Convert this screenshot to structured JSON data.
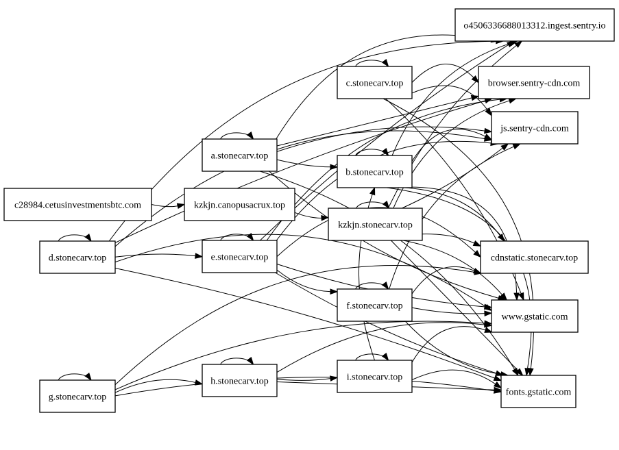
{
  "graph": {
    "nodes": [
      {
        "id": "sentry_ingest",
        "label": "o4506336688013312.ingest.sentry.io"
      },
      {
        "id": "browser_sentry",
        "label": "browser.sentry-cdn.com"
      },
      {
        "id": "js_sentry",
        "label": "js.sentry-cdn.com"
      },
      {
        "id": "cdnstatic",
        "label": "cdnstatic.stonecarv.top"
      },
      {
        "id": "gstatic",
        "label": "www.gstatic.com"
      },
      {
        "id": "fonts_gstatic",
        "label": "fonts.gstatic.com"
      },
      {
        "id": "c",
        "label": "c.stonecarv.top"
      },
      {
        "id": "b",
        "label": "b.stonecarv.top"
      },
      {
        "id": "kzkjn",
        "label": "kzkjn.stonecarv.top"
      },
      {
        "id": "f",
        "label": "f.stonecarv.top"
      },
      {
        "id": "i",
        "label": "i.stonecarv.top"
      },
      {
        "id": "a",
        "label": "a.stonecarv.top"
      },
      {
        "id": "canopus",
        "label": "kzkjn.canopusacrux.top"
      },
      {
        "id": "e",
        "label": "e.stonecarv.top"
      },
      {
        "id": "h",
        "label": "h.stonecarv.top"
      },
      {
        "id": "c28984",
        "label": "c28984.cetusinvestmentsbtc.com"
      },
      {
        "id": "d",
        "label": "d.stonecarv.top"
      },
      {
        "id": "g",
        "label": "g.stonecarv.top"
      }
    ],
    "edges": [
      [
        "c28984",
        "canopus"
      ],
      [
        "canopus",
        "kzkjn"
      ],
      [
        "c",
        "c"
      ],
      [
        "c",
        "browser_sentry"
      ],
      [
        "c",
        "js_sentry"
      ],
      [
        "c",
        "gstatic"
      ],
      [
        "c",
        "fonts_gstatic"
      ],
      [
        "a",
        "a"
      ],
      [
        "a",
        "sentry_ingest"
      ],
      [
        "a",
        "browser_sentry"
      ],
      [
        "a",
        "js_sentry"
      ],
      [
        "a",
        "b"
      ],
      [
        "a",
        "gstatic"
      ],
      [
        "a",
        "fonts_gstatic"
      ],
      [
        "b",
        "b"
      ],
      [
        "b",
        "sentry_ingest"
      ],
      [
        "b",
        "js_sentry"
      ],
      [
        "b",
        "cdnstatic"
      ],
      [
        "b",
        "gstatic"
      ],
      [
        "b",
        "fonts_gstatic"
      ],
      [
        "kzkjn",
        "kzkjn"
      ],
      [
        "kzkjn",
        "sentry_ingest"
      ],
      [
        "kzkjn",
        "browser_sentry"
      ],
      [
        "kzkjn",
        "js_sentry"
      ],
      [
        "kzkjn",
        "cdnstatic"
      ],
      [
        "kzkjn",
        "gstatic"
      ],
      [
        "kzkjn",
        "fonts_gstatic"
      ],
      [
        "d",
        "d"
      ],
      [
        "d",
        "sentry_ingest"
      ],
      [
        "d",
        "browser_sentry"
      ],
      [
        "d",
        "js_sentry"
      ],
      [
        "d",
        "e"
      ],
      [
        "d",
        "gstatic"
      ],
      [
        "d",
        "fonts_gstatic"
      ],
      [
        "e",
        "e"
      ],
      [
        "e",
        "sentry_ingest"
      ],
      [
        "e",
        "browser_sentry"
      ],
      [
        "e",
        "js_sentry"
      ],
      [
        "e",
        "cdnstatic"
      ],
      [
        "e",
        "f"
      ],
      [
        "e",
        "gstatic"
      ],
      [
        "e",
        "fonts_gstatic"
      ],
      [
        "f",
        "f"
      ],
      [
        "f",
        "js_sentry"
      ],
      [
        "f",
        "cdnstatic"
      ],
      [
        "f",
        "gstatic"
      ],
      [
        "f",
        "fonts_gstatic"
      ],
      [
        "g",
        "g"
      ],
      [
        "g",
        "h"
      ],
      [
        "g",
        "cdnstatic"
      ],
      [
        "g",
        "gstatic"
      ],
      [
        "g",
        "fonts_gstatic"
      ],
      [
        "h",
        "h"
      ],
      [
        "h",
        "i"
      ],
      [
        "h",
        "gstatic"
      ],
      [
        "h",
        "fonts_gstatic"
      ],
      [
        "i",
        "i"
      ],
      [
        "i",
        "b"
      ],
      [
        "i",
        "gstatic"
      ],
      [
        "i",
        "fonts_gstatic"
      ]
    ]
  }
}
